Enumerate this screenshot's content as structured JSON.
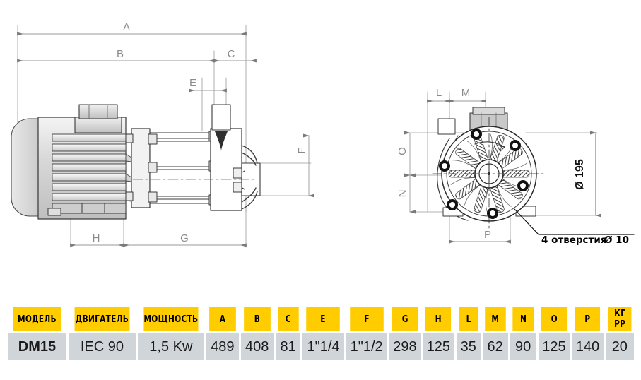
{
  "drawing": {
    "side_view": {
      "dimension_labels": [
        {
          "id": "A",
          "label": "A"
        },
        {
          "id": "B",
          "label": "B"
        },
        {
          "id": "C",
          "label": "C"
        },
        {
          "id": "E",
          "label": "E"
        },
        {
          "id": "F",
          "label": "F"
        },
        {
          "id": "G",
          "label": "G"
        },
        {
          "id": "H",
          "label": "H"
        }
      ]
    },
    "end_view": {
      "dimension_labels": [
        {
          "id": "L",
          "label": "L"
        },
        {
          "id": "M",
          "label": "M"
        },
        {
          "id": "O",
          "label": "O"
        },
        {
          "id": "N",
          "label": "N"
        },
        {
          "id": "P",
          "label": "P"
        }
      ],
      "diameter_label": "Ø 195",
      "holes_note": "4 отверстия",
      "holes_diameter": "Ø 10"
    }
  },
  "table": {
    "headers": [
      "МОДЕЛЬ",
      "ДВИГАТЕЛЬ",
      "МОЩНОСТЬ",
      "A",
      "B",
      "C",
      "E",
      "F",
      "G",
      "H",
      "L",
      "M",
      "N",
      "O",
      "P",
      "КГ РР"
    ],
    "rows": [
      [
        "DM15",
        "IEC 90",
        "1,5 Kw",
        "489",
        "408",
        "81",
        "1\"1/4",
        "1\"1/2",
        "298",
        "125",
        "35",
        "62",
        "90",
        "125",
        "140",
        "20"
      ]
    ],
    "header_bg": "#FFCC00",
    "row_bg": "#CFD5D8"
  }
}
